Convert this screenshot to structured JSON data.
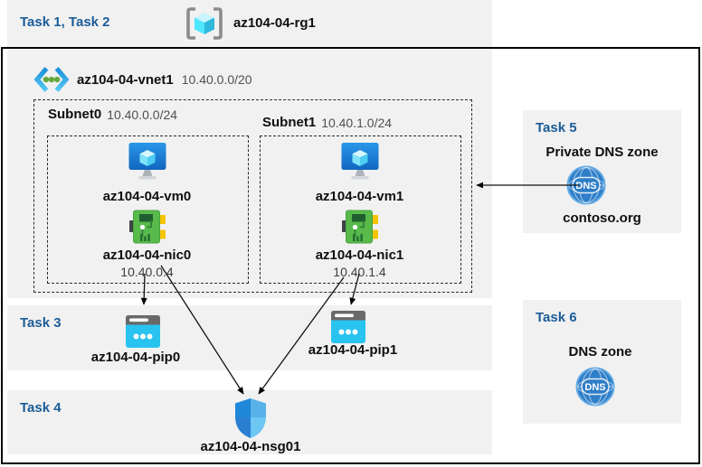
{
  "colors": {
    "task_heading": "#1b5c99",
    "band_background": "#f1f1f1",
    "frame_border": "#000000",
    "vm_blue": "#1a7bd4",
    "nic_green": "#58ba4b",
    "pip_cyan": "#29c3f0",
    "dns_blue": "#2e7ec8",
    "cube_cyan": "#50e6ff"
  },
  "header": {
    "tasks": "Task 1, Task 2",
    "resource_group": "az104-04-rg1"
  },
  "vnet": {
    "name": "az104-04-vnet1",
    "cidr": "10.40.0.0/20",
    "subnet0": {
      "name": "Subnet0",
      "cidr": "10.40.0.0/24",
      "vm": "az104-04-vm0",
      "nic": "az104-04-nic0",
      "ip": "10.40.0.4"
    },
    "subnet1": {
      "name": "Subnet1",
      "cidr": "10.40.1.0/24",
      "vm": "az104-04-vm1",
      "nic": "az104-04-nic1",
      "ip": "10.40.1.4"
    }
  },
  "task3": {
    "label": "Task 3",
    "pip0": "az104-04-pip0",
    "pip1": "az104-04-pip1"
  },
  "task4": {
    "label": "Task 4",
    "nsg": "az104-04-nsg01"
  },
  "task5": {
    "label": "Task 5",
    "title": "Private DNS zone",
    "zone": "contoso.org",
    "dns_icon_text": "DNS"
  },
  "task6": {
    "label": "Task 6",
    "title": "DNS zone",
    "dns_icon_text": "DNS"
  }
}
